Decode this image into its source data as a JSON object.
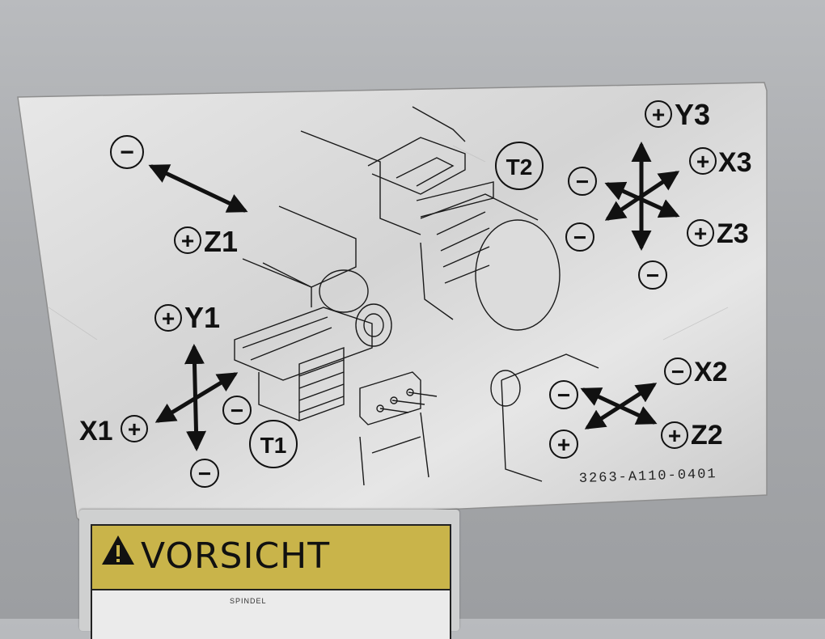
{
  "labels": {
    "z1_minus": "−",
    "z1_plus": "+",
    "z1": "Z1",
    "y1_plus": "+",
    "y1": "Y1",
    "x1": "X1",
    "x1_plus": "+",
    "y1_minus": "−",
    "x1_minus": "−",
    "t1": "T1",
    "t2": "T2",
    "y3_plus": "+",
    "y3": "Y3",
    "x3_plus": "+",
    "x3": "X3",
    "x3_minus": "−",
    "z3_minus": "−",
    "z3_plus": "+",
    "z3": "Z3",
    "y3_minus": "−",
    "x2_minus": "−",
    "x2": "X2",
    "z2_minus": "−",
    "z2_plus": "+",
    "z2": "Z2",
    "x2_plus": "+"
  },
  "part_number": "3263-A110-0401",
  "caution": {
    "word": "VORSICHT",
    "subtext": "SPINDEL"
  },
  "colors": {
    "plate": "#dcdcdc",
    "ink": "#111111",
    "warning_yellow": "#c9b44a"
  }
}
